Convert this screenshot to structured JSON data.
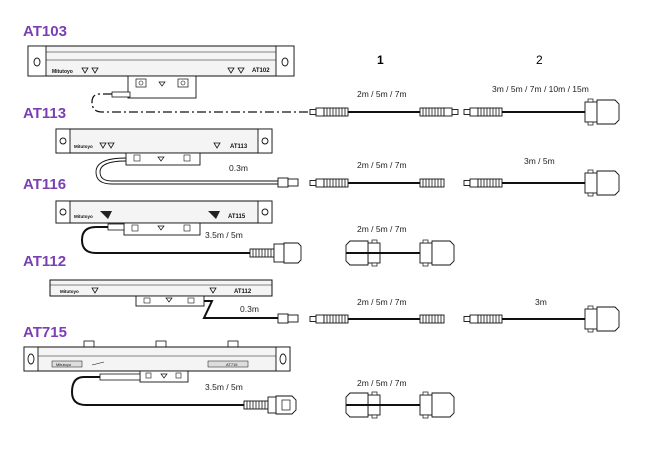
{
  "models": [
    {
      "id": "AT103",
      "label": "AT103",
      "scale_label": "AT102"
    },
    {
      "id": "AT113",
      "label": "AT113",
      "scale_label": "AT113"
    },
    {
      "id": "AT116",
      "label": "AT116",
      "scale_label": "AT115"
    },
    {
      "id": "AT112",
      "label": "AT112",
      "scale_label": "AT112"
    },
    {
      "id": "AT715",
      "label": "AT715",
      "scale_label": "AT715"
    }
  ],
  "brand_mark": "Mitutoyo",
  "columns": {
    "col1": "1",
    "col2": "2"
  },
  "lengths": {
    "at103_ext1": "2m / 5m / 7m",
    "at103_ext2": "3m / 5m / 7m / 10m / 15m",
    "at113_pig": "0.3m",
    "at113_ext1": "2m / 5m / 7m",
    "at113_ext2": "3m / 5m",
    "at116_pig": "3.5m / 5m",
    "at116_ext1": "2m / 5m / 7m",
    "at112_pig": "0.3m",
    "at112_ext1": "2m / 5m / 7m",
    "at112_ext2": "3m",
    "at715_pig": "3.5m / 5m",
    "at715_ext1": "2m / 5m / 7m"
  },
  "colors": {
    "model_label": "#7b3fb5",
    "line": "#111111",
    "scale_fill": "#f4f4f4"
  }
}
